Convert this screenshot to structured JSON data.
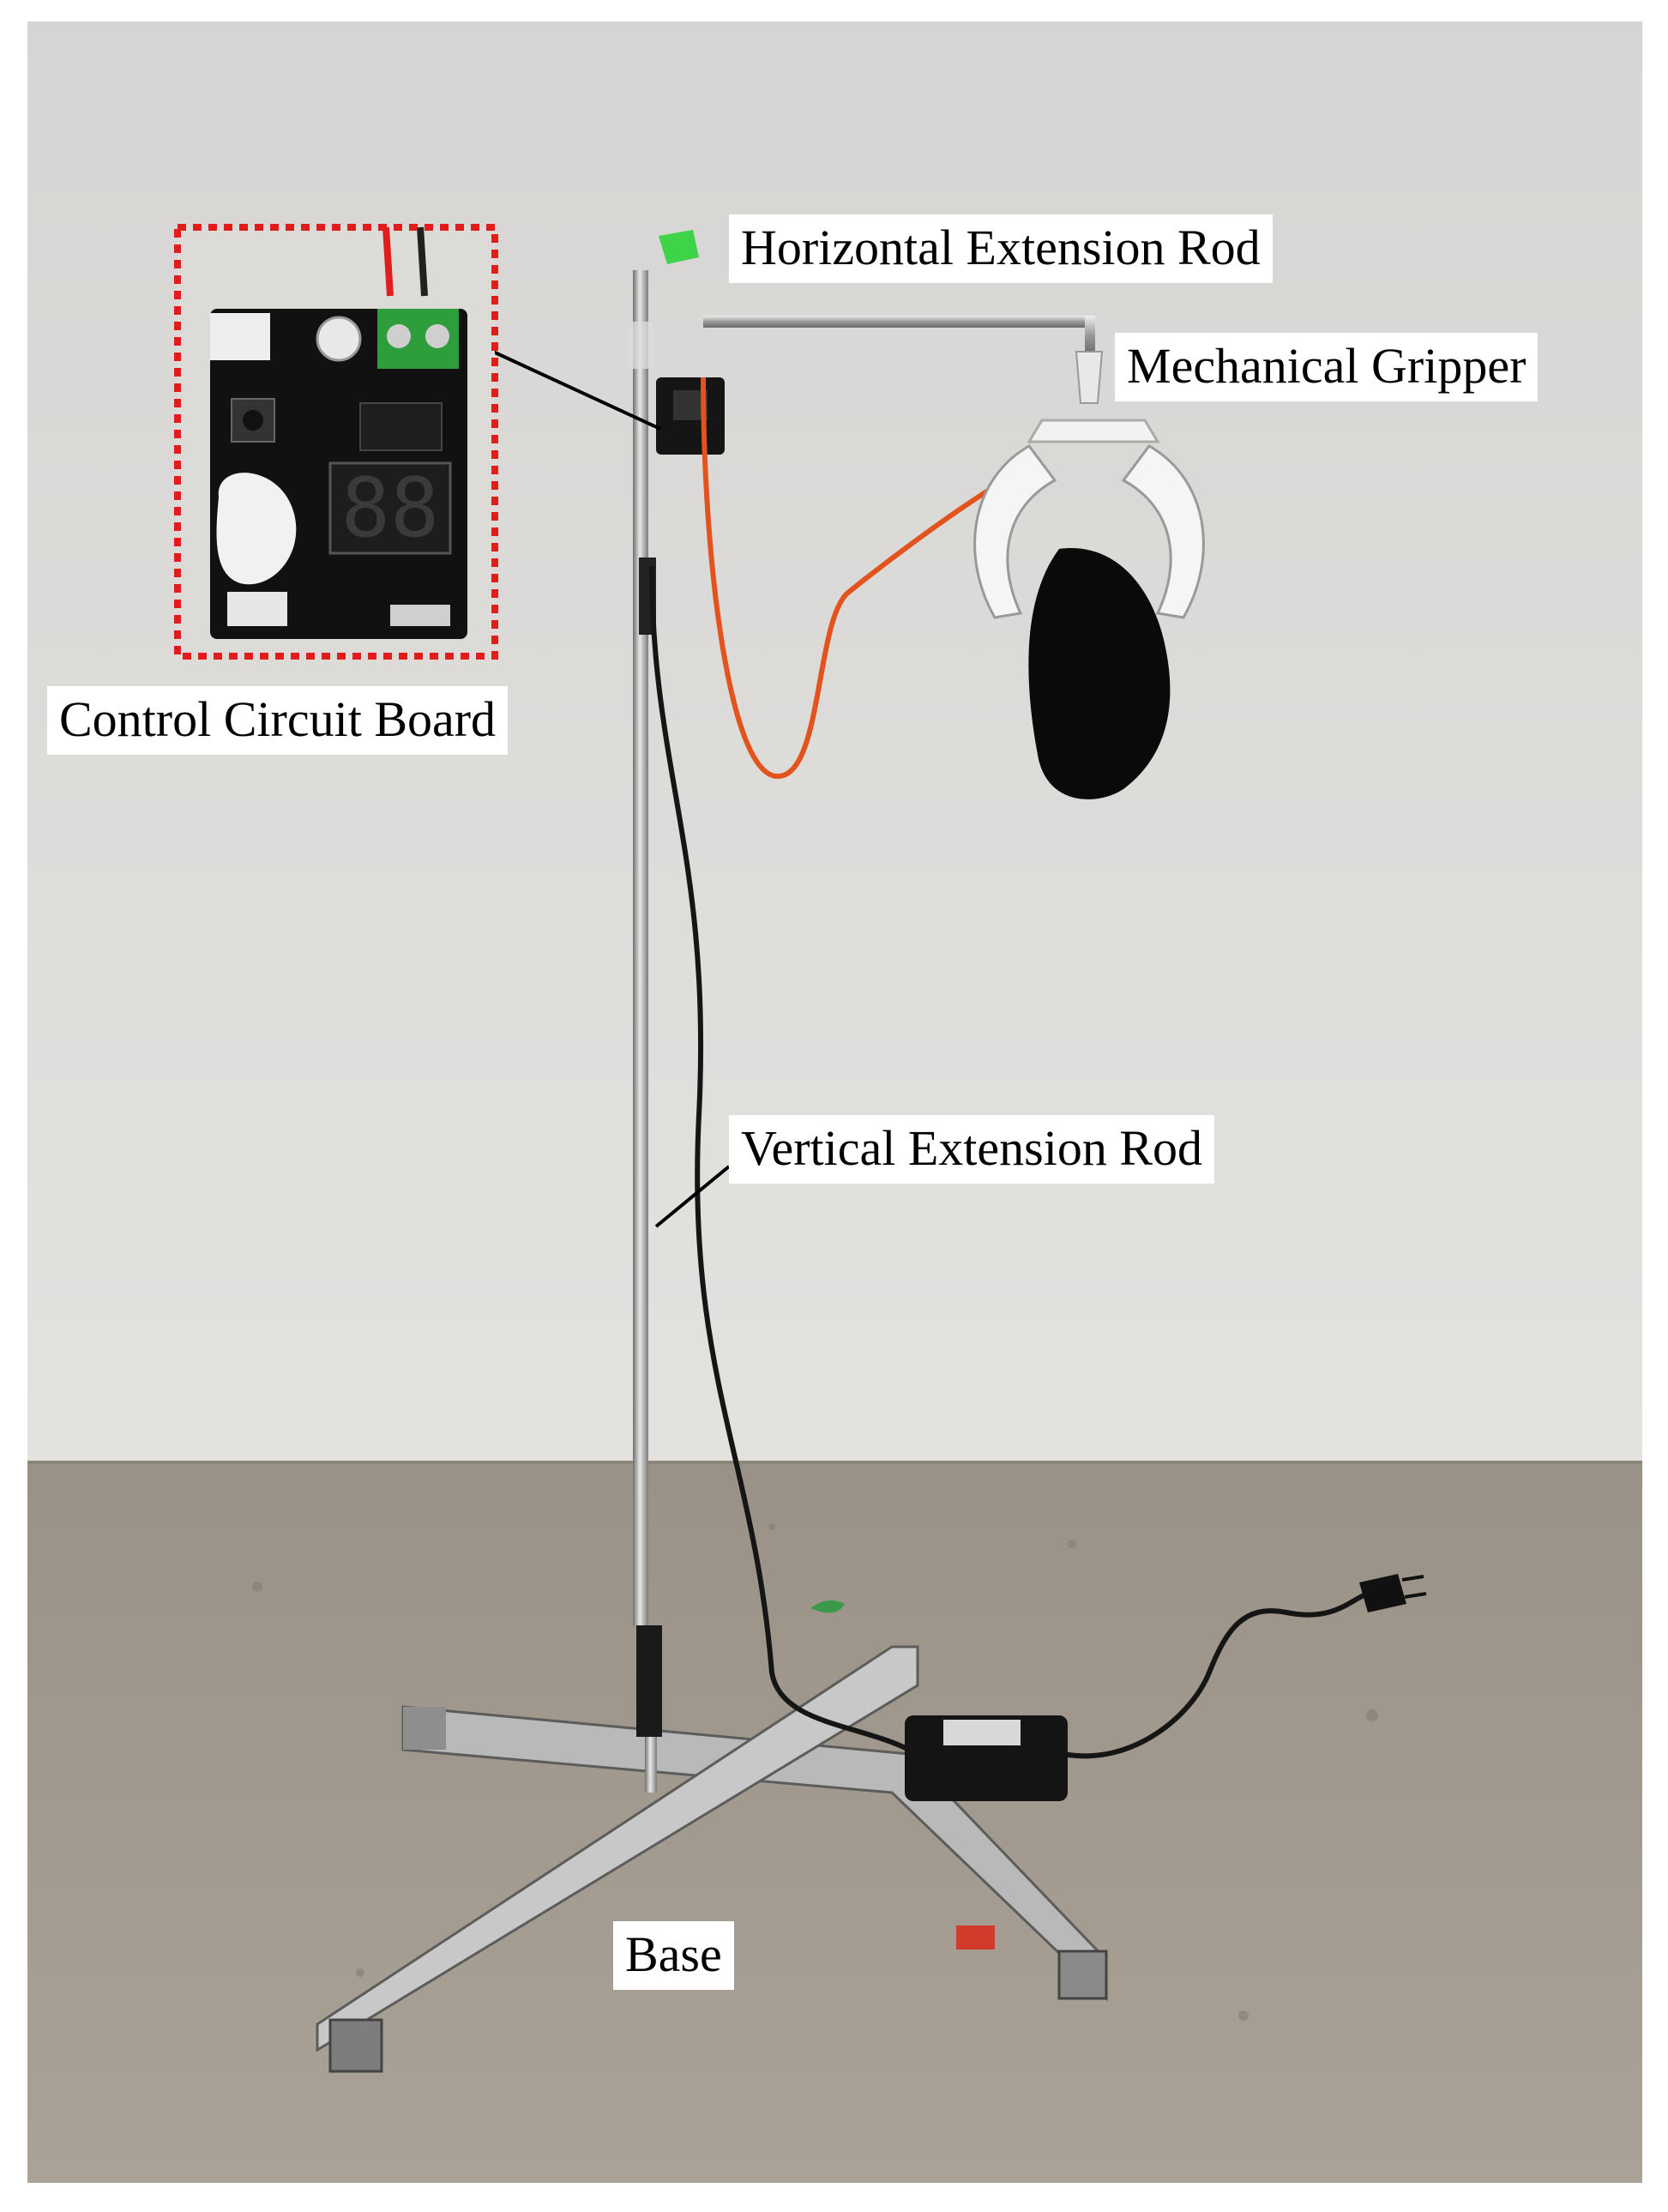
{
  "labels": {
    "horizontal_rod": "Horizontal Extension Rod",
    "gripper": "Mechanical Gripper",
    "control_board": "Control Circuit Board",
    "vertical_rod": "Vertical Extension Rod",
    "base": "Base"
  },
  "board_display": "88",
  "colors": {
    "wall": "#d9d8d6",
    "floor": "#a39c91",
    "inset_border": "#e21b1b",
    "pcb": "#111111",
    "terminal": "#2e9e3c",
    "servo_wire": "#e2531e"
  }
}
